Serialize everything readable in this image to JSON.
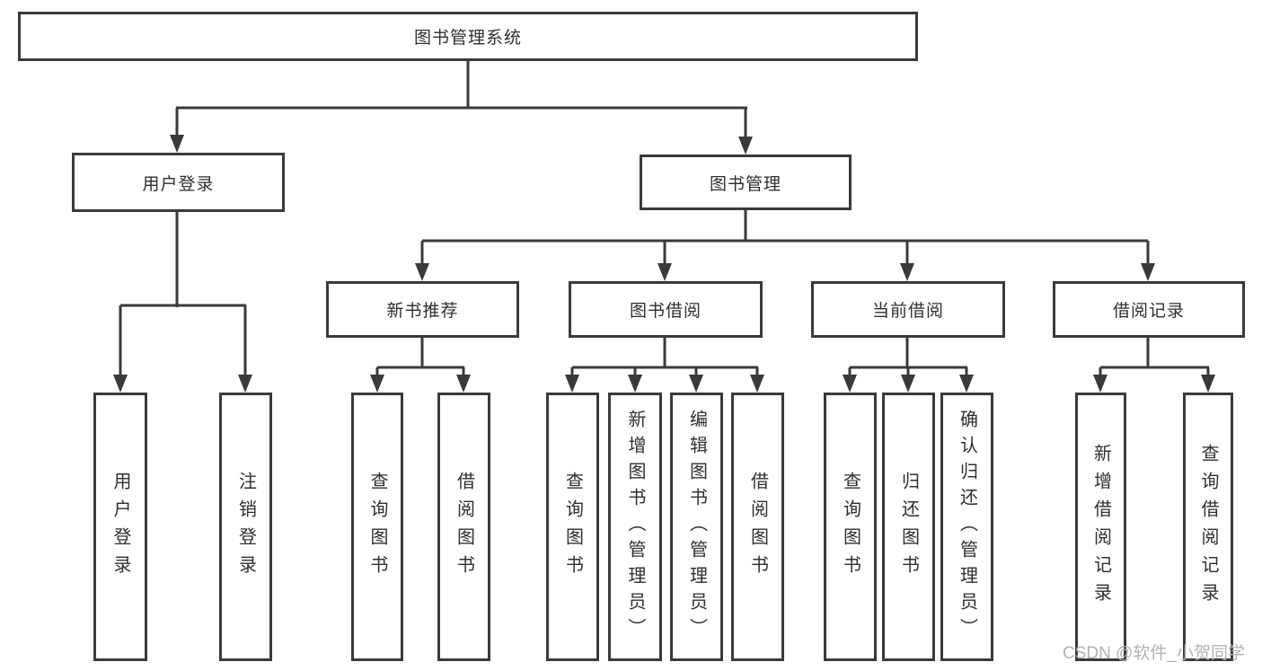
{
  "diagram": {
    "root": {
      "label": "图书管理系统"
    },
    "level2": [
      {
        "label": "用户登录"
      },
      {
        "label": "图书管理"
      }
    ],
    "level3": [
      {
        "label": "新书推荐"
      },
      {
        "label": "图书借阅"
      },
      {
        "label": "当前借阅"
      },
      {
        "label": "借阅记录"
      }
    ],
    "leaves": [
      {
        "label": "用户登录"
      },
      {
        "label": "注销登录"
      },
      {
        "label": "查询图书"
      },
      {
        "label": "借阅图书"
      },
      {
        "label": "查询图书"
      },
      {
        "label": "新增图书（管理员）"
      },
      {
        "label": "编辑图书（管理员）"
      },
      {
        "label": "借阅图书"
      },
      {
        "label": "查询图书"
      },
      {
        "label": "归还图书"
      },
      {
        "label": "确认归还（管理员）"
      },
      {
        "label": "新增借阅记录"
      },
      {
        "label": "查询借阅记录"
      }
    ]
  },
  "watermark": {
    "text": "CSDN @软件_小贺同学"
  },
  "colors": {
    "line": "#3a3a3a",
    "text": "#2f2f2f",
    "watermark": "#b3b3b3",
    "background": "#ffffff"
  }
}
